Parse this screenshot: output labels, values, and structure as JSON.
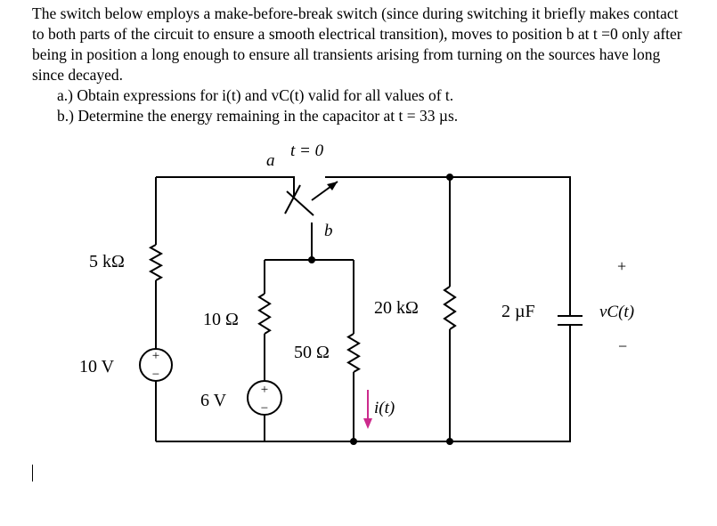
{
  "problem": {
    "intro": "The switch below employs a make-before-break switch (since during switching it briefly makes contact to both parts of the circuit to ensure a smooth electrical transition), moves to position b at t =0 only after being in position a long enough to ensure all transients arising from turning on the sources have long since decayed.",
    "part_a": "a.) Obtain expressions for i(t) and vC(t) valid for all values of t.",
    "part_b": "b.) Determine the energy remaining in the capacitor at t = 33 µs."
  },
  "circuit": {
    "switch_time": "t = 0",
    "pos_a": "a",
    "pos_b": "b",
    "r1": "5 kΩ",
    "v1": "10 V",
    "r2": "10 Ω",
    "v2": "6 V",
    "r3": "50 Ω",
    "r4": "20 kΩ",
    "cap": "2 µF",
    "vc": "vC(t)",
    "current": "i(t)",
    "plus": "+",
    "minus": "−"
  }
}
